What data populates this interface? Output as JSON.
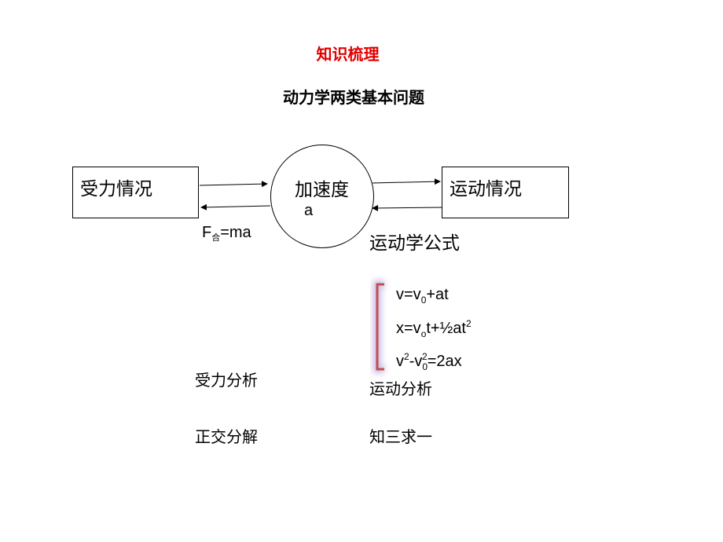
{
  "title": "知识梳理",
  "subtitle": "动力学两类基本问题",
  "diagram": {
    "left_box": "受力情况",
    "circle": {
      "label": "加速度",
      "symbol": "a"
    },
    "right_box": "运动情况",
    "left_formula": {
      "main": "F",
      "subscript": "合",
      "rest": "=ma"
    },
    "right_label": "运动学公式"
  },
  "equations": {
    "eq1": {
      "a": "v=v",
      "sub": "0",
      "b": "+at"
    },
    "eq2": {
      "a": "x=v",
      "sub": "o",
      "b": "t+½at",
      "sup": "2"
    },
    "eq3": {
      "a": "v",
      "sup1": "2",
      "b": "-v",
      "sub": "0",
      "sup2": "2",
      "c": "=2ax"
    }
  },
  "bottom": {
    "left1": "受力分析",
    "right1": "运动分析",
    "left2": "正交分解",
    "right2": "知三求一"
  },
  "colors": {
    "title": "#e00000",
    "brace": "#c0504d",
    "brace_glow": "#b39ddb"
  }
}
